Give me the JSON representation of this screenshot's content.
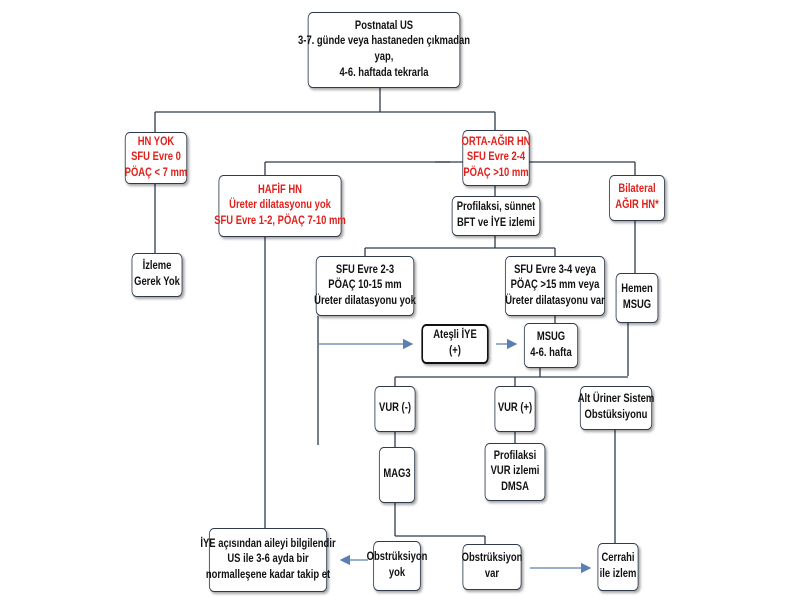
{
  "colors": {
    "accent_red": "#e0201b",
    "line": "#2f3b4c",
    "arrow": "#5b7fb0"
  },
  "nodes": {
    "postnatal": [
      "Postnatal US",
      "3-7. günde veya hastaneden çıkmadan",
      "yap,",
      "4-6. haftada tekrarla"
    ],
    "hn_yok": [
      "HN YOK",
      "SFU Evre 0",
      "PÖAÇ < 7 mm"
    ],
    "orta_agir": [
      "ORTA-AĞIR HN",
      "SFU Evre 2-4",
      "PÖAÇ >10 mm"
    ],
    "hafif": [
      "HAFİF HN",
      "Üreter dilatasyonu yok",
      "SFU Evre 1-2, PÖAÇ 7-10 mm"
    ],
    "bilateral": [
      "Bilateral",
      "AĞIR HN*"
    ],
    "profilaksi_bft": [
      "Profilaksi, sünnet",
      "BFT ve İYE izlemi"
    ],
    "izleme": [
      "İzleme",
      "Gerek Yok"
    ],
    "sfu23": [
      "SFU Evre 2-3",
      "PÖAÇ 10-15 mm",
      "Üreter dilatasyonu yok"
    ],
    "sfu34": [
      "SFU Evre 3-4 veya",
      "PÖAÇ >15 mm veya",
      "Üreter dilatasyonu var"
    ],
    "hemen_msug": [
      "Hemen",
      "MSUG"
    ],
    "atesli": [
      "Ateşli İYE",
      "(+)"
    ],
    "msug": [
      "MSUG",
      "4-6. hafta"
    ],
    "vur_neg": [
      "VUR (-)"
    ],
    "vur_pos": [
      "VUR (+)"
    ],
    "alt_uriner": [
      "Alt Üriner Sistem",
      "Obstüksiyonu"
    ],
    "mag3": [
      "MAG3"
    ],
    "profilaksi_vur": [
      "Profilaksi",
      "VUR izlemi",
      "DMSA"
    ],
    "iye_aile": [
      "İYE açısından aileyi bilgilendir",
      "US ile 3-6 ayda bir",
      "normalleşene kadar takip et"
    ],
    "obs_yok": [
      "Obstrüksiyon",
      "yok"
    ],
    "obs_var": [
      "Obstrüksiyon",
      "var"
    ],
    "cerrahi": [
      "Cerrahi",
      "ile izlem"
    ]
  }
}
